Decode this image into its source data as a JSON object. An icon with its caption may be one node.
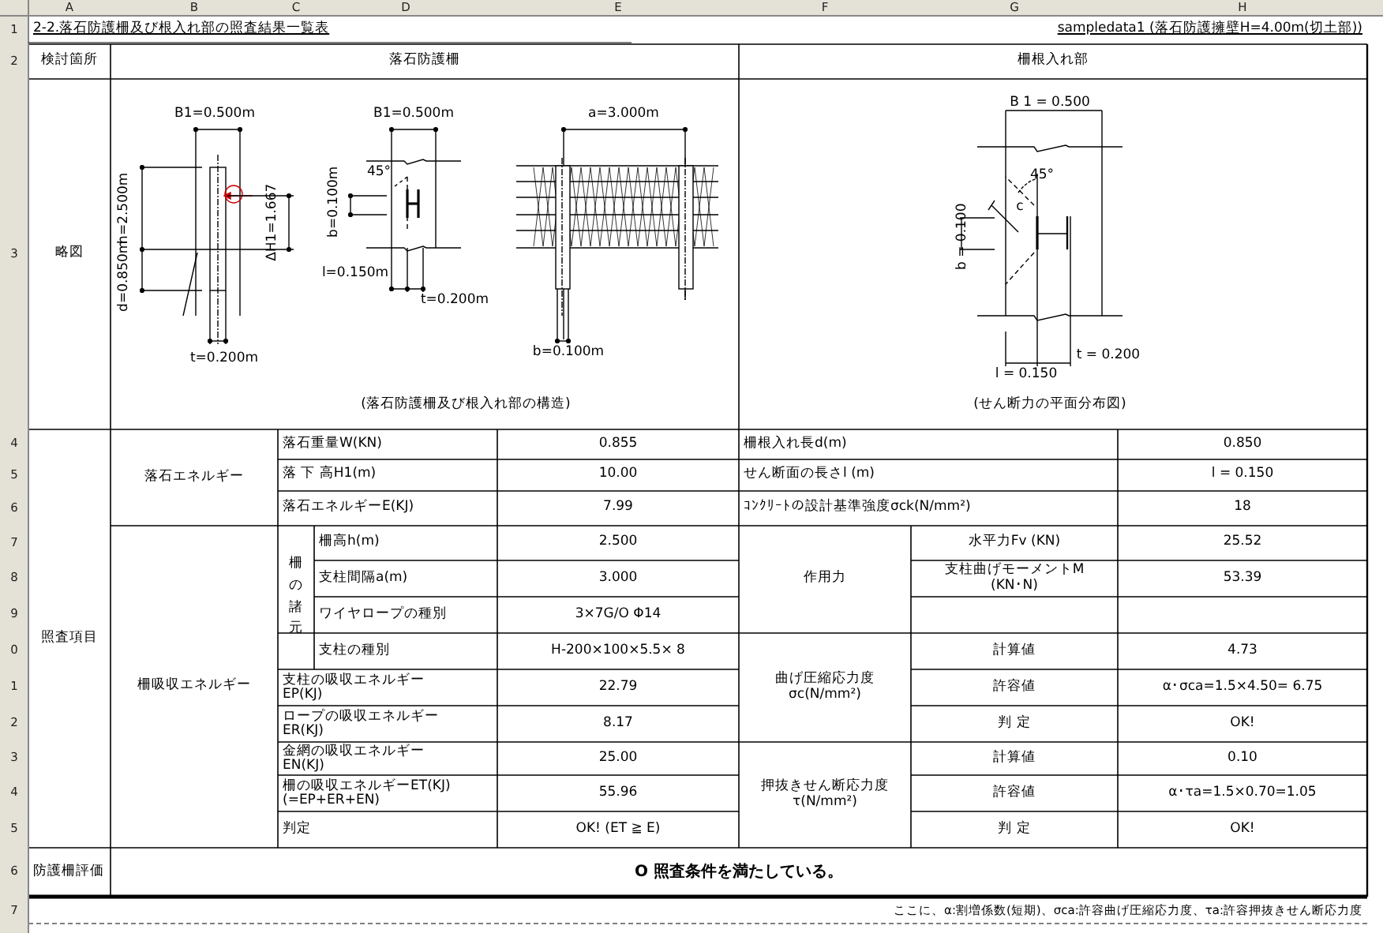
{
  "diagram": {
    "title": "2-2.落石防護柵及び根入れ部の照査結果一覧表",
    "labels": [
      "A",
      "B",
      "C",
      "D",
      "E",
      "F",
      "G",
      "H",
      "1",
      "2",
      "3",
      "4",
      "5",
      "6",
      "7",
      "8",
      "9",
      "0",
      "1",
      "2",
      "3",
      "4",
      "5",
      "6",
      "7",
      "sampledata1 (落石防護擁壁H=4.00m(切土部))",
      "検討箇所",
      "落石防護柵",
      "柵根入れ部",
      "略図",
      "B1=0.500m",
      "h=2.500m",
      "ΔH1=1.667",
      "d=0.850m",
      "t=0.200m",
      "B1=0.500m",
      "45°",
      "b=0.100m",
      "l=0.150m",
      "t=0.200m",
      "a=3.000m",
      "b=0.100m",
      "(落石防護柵及び根入れ部の構造)",
      "B 1 = 0.500",
      "45°",
      "c",
      "b = 0.100",
      "t = 0.200",
      "l = 0.150",
      "(せん断力の平面分布図)",
      "照査項目",
      "落石エネルギー",
      "落石重量W(KN)",
      "0.855",
      "柵根入れ長d(m)",
      "0.850",
      "落 下 高H1(m)",
      "10.00",
      "せん断面の長さl (m)",
      "l = 0.150",
      "落石エネルギーE(KJ)",
      "7.99",
      "ｺﾝｸﾘｰﾄの設計基準強度σck(N/mm²)",
      "18",
      "柵吸収エネルギー",
      "柵の諸元",
      "柵高h(m)",
      "2.500",
      "作用力",
      "水平力Fv (KN)",
      "25.52",
      "支柱間隔a(m)",
      "3.000",
      "支柱曲げモーメントM (KN･N)",
      "53.39",
      "ワイヤロープの種別",
      "3×7G/O Φ14",
      "支柱の種別",
      "H-200×100×5.5× 8",
      "曲げ圧縮応力度 σc(N/mm²)",
      "計算値",
      "4.73",
      "支柱の吸収エネルギー EP(KJ)",
      "22.79",
      "許容値",
      "α･σca=1.5×4.50= 6.75",
      "ロープの吸収エネルギー ER(KJ)",
      "8.17",
      "判 定",
      "OK!",
      "金網の吸収エネルギー EN(KJ)",
      "25.00",
      "押抜きせん断応力度 τ(N/mm²)",
      "計算値",
      "0.10",
      "柵の吸収エネルギーET(KJ) (=EP+ER+EN)",
      "55.96",
      "許容値",
      "α･τa=1.5×0.70=1.05",
      "判定",
      "OK! (ET ≧ E)",
      "判 定",
      "OK!",
      "防護柵評価",
      "O 照査条件を満たしている。",
      "ここに、α:割増係数(短期)、σca:許容曲げ圧縮応力度、τa:許容押抜きせん断応力度"
    ]
  }
}
